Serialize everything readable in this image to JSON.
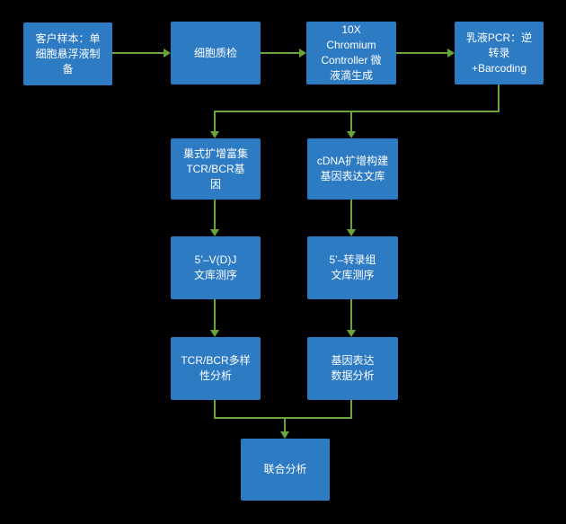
{
  "diagram": {
    "colors": {
      "node_fill": "#2D7BC3",
      "node_text": "#FFFFFF",
      "connector": "#6AA43C",
      "background": "#000000"
    },
    "nodes": [
      {
        "id": "customer-sample-prep",
        "label": "客户样本：单\n细胞悬浮液制\n备"
      },
      {
        "id": "cell-qc",
        "label": "细胞质检"
      },
      {
        "id": "chromium-droplet-generation",
        "label": "10X\nChromium\nController 微\n液滴生成"
      },
      {
        "id": "emulsion-pcr-barcoding",
        "label": "乳液PCR：逆\n转录\n+Barcoding"
      },
      {
        "id": "nested-amplification-tcr-bcr",
        "label": "巢式扩增富集\nTCR/BCR基\n因"
      },
      {
        "id": "cdna-amplification-library",
        "label": "cDNA扩增构建\n基因表达文库"
      },
      {
        "id": "vdj-library-sequencing",
        "label": "5’–V(D)J\n文库测序"
      },
      {
        "id": "transcriptome-library-sequencing",
        "label": "5’–转录组\n文库测序"
      },
      {
        "id": "tcr-bcr-diversity-analysis",
        "label": "TCR/BCR多样\n性分析"
      },
      {
        "id": "gene-expression-analysis",
        "label": "基因表达\n数据分析"
      },
      {
        "id": "joint-analysis",
        "label": "联合分析"
      }
    ],
    "edges": [
      {
        "from": "customer-sample-prep",
        "to": "cell-qc"
      },
      {
        "from": "cell-qc",
        "to": "chromium-droplet-generation"
      },
      {
        "from": "chromium-droplet-generation",
        "to": "emulsion-pcr-barcoding"
      },
      {
        "from": "emulsion-pcr-barcoding",
        "to": "nested-amplification-tcr-bcr"
      },
      {
        "from": "emulsion-pcr-barcoding",
        "to": "cdna-amplification-library"
      },
      {
        "from": "nested-amplification-tcr-bcr",
        "to": "vdj-library-sequencing"
      },
      {
        "from": "cdna-amplification-library",
        "to": "transcriptome-library-sequencing"
      },
      {
        "from": "vdj-library-sequencing",
        "to": "tcr-bcr-diversity-analysis"
      },
      {
        "from": "transcriptome-library-sequencing",
        "to": "gene-expression-analysis"
      },
      {
        "from": "tcr-bcr-diversity-analysis",
        "to": "joint-analysis"
      },
      {
        "from": "gene-expression-analysis",
        "to": "joint-analysis"
      }
    ]
  }
}
